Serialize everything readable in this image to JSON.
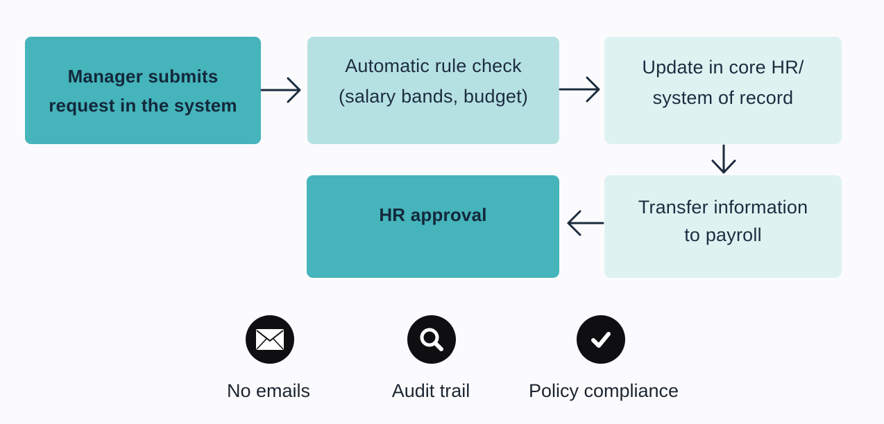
{
  "flow": {
    "submit": {
      "lines": [
        "Manager submits",
        "request in the system"
      ]
    },
    "check": {
      "lines": [
        "Automatic rule check",
        "(salary bands, budget)"
      ]
    },
    "update": {
      "lines": [
        "Update in core HR/",
        "system of record"
      ]
    },
    "transfer": {
      "lines": [
        "Transfer information",
        "to payroll"
      ]
    },
    "approval": {
      "lines": [
        "HR approval"
      ]
    }
  },
  "benefits": [
    {
      "label": "No emails",
      "icon": "envelope-icon"
    },
    {
      "label": "Audit trail",
      "icon": "magnifier-icon"
    },
    {
      "label": "Policy compliance",
      "icon": "checkmark-icon"
    }
  ],
  "colors": {
    "strong_box": "#45b4bb",
    "mid_box": "#b6e1e3",
    "light_box": "#dff2f2",
    "arrow": "#1b2b3d",
    "icon_badge": "#0f0f12"
  }
}
